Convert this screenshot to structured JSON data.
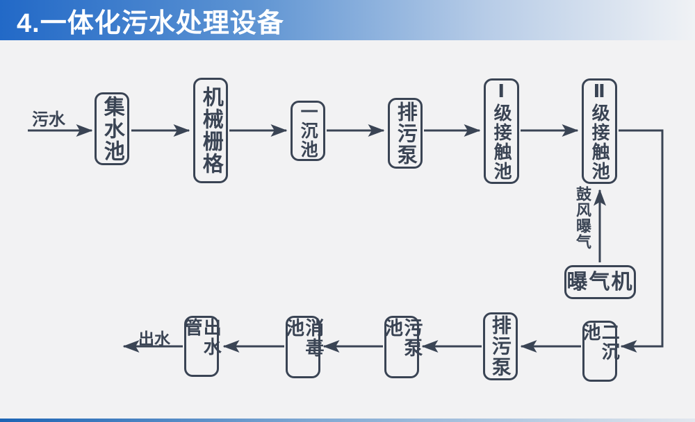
{
  "title": {
    "text": "4.一体化污水处理设备"
  },
  "diagram": {
    "inlet_label": "污水",
    "outlet_label": "出水",
    "top_row": [
      {
        "label": "集水池"
      },
      {
        "label": "机械栅格"
      },
      {
        "label": "一沉池"
      },
      {
        "label": "排污泵"
      },
      {
        "label": "Ⅰ级接触池"
      },
      {
        "label": "Ⅱ级接触池"
      }
    ],
    "bottom_row": [
      {
        "label": "二沉池"
      },
      {
        "label": "排污泵"
      },
      {
        "label": "污泵池"
      },
      {
        "label": "消毒池"
      },
      {
        "label": "出水管"
      }
    ],
    "aeration": {
      "unit_label": "曝气机",
      "flow_label": "鼓风曝气"
    }
  },
  "colors": {
    "title_gradient_start": "#2269c7",
    "title_gradient_end": "#f0f2f5",
    "ink": "#3a4454",
    "background": "#f2f2f3",
    "title_text_color": "#ffffff"
  }
}
